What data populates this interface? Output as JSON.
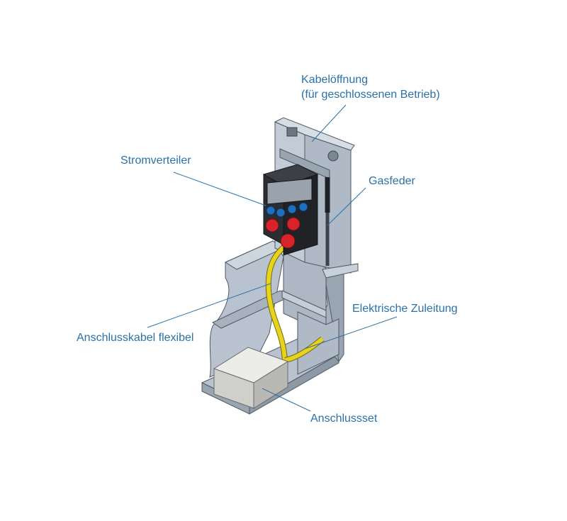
{
  "labels": {
    "kabeloeffnung_line1": "Kabelöffnung",
    "kabeloeffnung_line2": "(für geschlossenen Betrieb)",
    "stromverteiler": "Stromverteiler",
    "gasfeder": "Gasfeder",
    "elektrische_zuleitung": "Elektrische Zuleitung",
    "anschlusskabel_flexibel": "Anschlusskabel flexibel",
    "anschlussset": "Anschlussset"
  },
  "colors": {
    "label_text": "#2a72a8",
    "leader_line": "#2a72a8",
    "steel": "#b9c3cf",
    "steel_dark": "#8e99a6",
    "cabinet": "#2b2d31",
    "socket_red": "#d8232a",
    "socket_blue": "#1f6fc1",
    "cable_yellow": "#e8d21a",
    "box_grey": "#d9d9d6"
  }
}
